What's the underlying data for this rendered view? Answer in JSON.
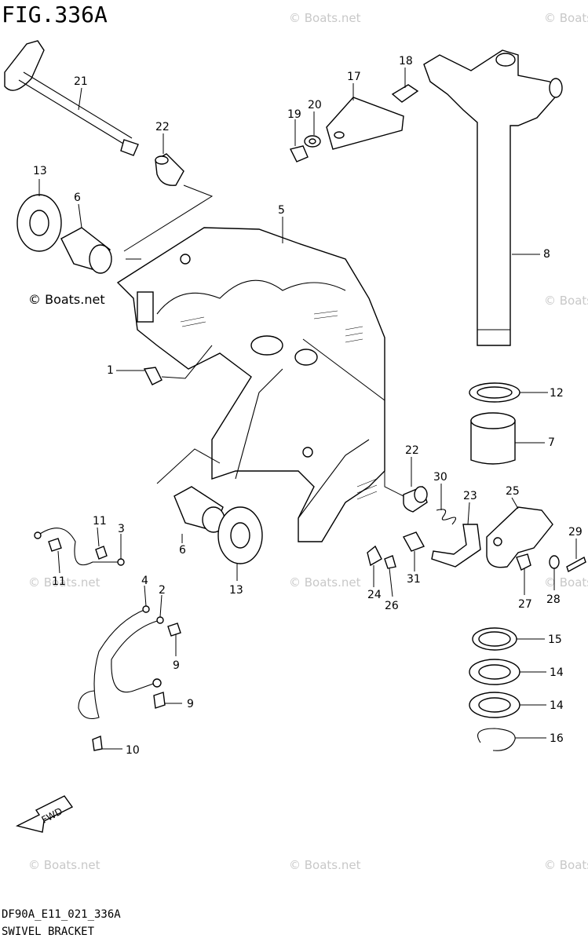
{
  "figure": {
    "title": "FIG.336A",
    "code": "DF90A_E11_021_336A",
    "name": "SWIVEL BRACKET",
    "credit": "© Boats.net",
    "watermark": "© Boats.net"
  },
  "callouts": [
    {
      "n": "21"
    },
    {
      "n": "22"
    },
    {
      "n": "13"
    },
    {
      "n": "6"
    },
    {
      "n": "5"
    },
    {
      "n": "1"
    },
    {
      "n": "18"
    },
    {
      "n": "17"
    },
    {
      "n": "19"
    },
    {
      "n": "20"
    },
    {
      "n": "8"
    },
    {
      "n": "12"
    },
    {
      "n": "7"
    },
    {
      "n": "22"
    },
    {
      "n": "30"
    },
    {
      "n": "23"
    },
    {
      "n": "25"
    },
    {
      "n": "29"
    },
    {
      "n": "11"
    },
    {
      "n": "3"
    },
    {
      "n": "11"
    },
    {
      "n": "6"
    },
    {
      "n": "13"
    },
    {
      "n": "24"
    },
    {
      "n": "26"
    },
    {
      "n": "31"
    },
    {
      "n": "27"
    },
    {
      "n": "28"
    },
    {
      "n": "4"
    },
    {
      "n": "2"
    },
    {
      "n": "9"
    },
    {
      "n": "9"
    },
    {
      "n": "10"
    },
    {
      "n": "15"
    },
    {
      "n": "14"
    },
    {
      "n": "14"
    },
    {
      "n": "16"
    }
  ],
  "fwd_label": "FWD"
}
